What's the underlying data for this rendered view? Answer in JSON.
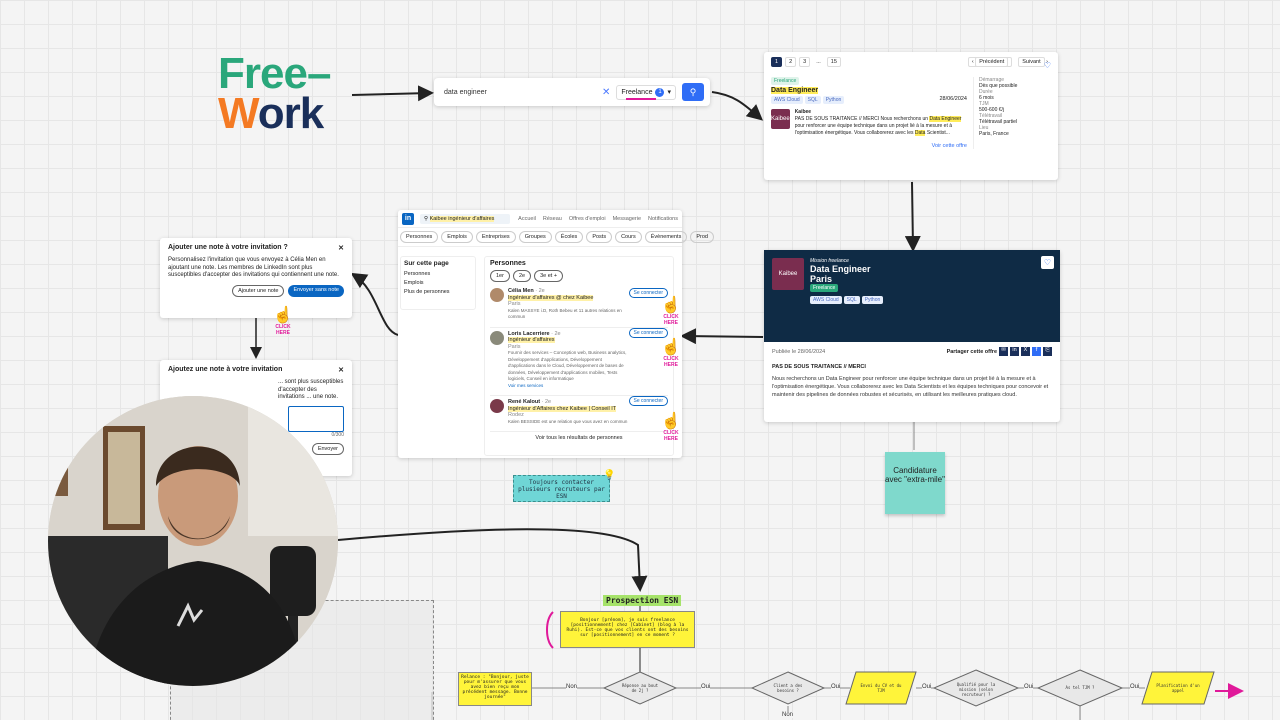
{
  "logo": {
    "part1": "Free",
    "dash": "–",
    "part2": "Work"
  },
  "search": {
    "query": "data engineer",
    "filter_label": "Freelance",
    "filter_count": "1"
  },
  "job_card": {
    "pages": [
      "1",
      "2",
      "3",
      "...",
      "15"
    ],
    "prev": "Précédent",
    "next": "Suivant",
    "badge": "Freelance",
    "title": "Data Engineer",
    "tags": [
      "AWS Cloud",
      "SQL",
      "Python"
    ],
    "date": "28/06/2024",
    "company": "Kaibee",
    "desc_a": "PAS DE SOUS TRAITANCE // MERCI Nous recherchons un",
    "desc_hl": "Data Engineer",
    "desc_b": "pour renforcer une équipe technique dans un projet lié à la mesure et à l'optimisation énergétique. Vous collaborerez avec les",
    "desc_hl2": "Data",
    "desc_c": "Scientist...",
    "see_offer": "Voir cette offre",
    "meta": [
      {
        "k": "Démarrage",
        "v": "Dès que possible"
      },
      {
        "k": "Durée",
        "v": "6 mois"
      },
      {
        "k": "TJM",
        "v": "500-600 €/j"
      },
      {
        "k": "Télétravail",
        "v": "Télétravail partiel"
      },
      {
        "k": "Lieu",
        "v": "Paris, France"
      }
    ]
  },
  "linkedin": {
    "logo": "in",
    "search": "Kaibee ingénieur d'affaires",
    "nav": [
      "Accueil",
      "Réseau",
      "Offres d'emploi",
      "Messagerie",
      "Notifications"
    ],
    "tabs": [
      "Personnes",
      "Emplois",
      "Entreprises",
      "Groupes",
      "Écoles",
      "Posts",
      "Cours",
      "Évènements",
      "Prod"
    ],
    "side_title": "Sur cette page",
    "side_items": [
      "Personnes",
      "Emplois",
      "Plus de personnes"
    ],
    "main_title": "Personnes",
    "filters": [
      "1er",
      "2e",
      "3e et +"
    ],
    "people": [
      {
        "name": "Célia Men",
        "degree": "· 2e",
        "title": "Ingénieur d'affaires @ chez Kaibee",
        "loc": "Paris",
        "note": "Kalen MASSYE i.D, Roth Bebeu et 11 autres relations en commun",
        "btn": "Se connecter"
      },
      {
        "name": "Loris Lacerriere",
        "degree": "· 2e",
        "title": "Ingénieur d'affaires",
        "loc": "Paris",
        "note": "Fournir des services – Conception web, Business analytics, Développement d'applications, Développement d'applications dans le Cloud, Développement de bases de données, Développement d'applications mobiles, Tests logiciels, Conseil en informatique",
        "extra": "Voir mes services",
        "btn": "Se connecter"
      },
      {
        "name": "René Kalout",
        "degree": "· 2e",
        "title": "Ingénieur d'Affaires chez Kaibee | Conseil IT",
        "loc": "Rodez",
        "note": "Kalen BESSIDE est une relation que vous avez en commun",
        "btn": "Se connecter"
      }
    ],
    "see_all": "Voir tous les résultats de personnes"
  },
  "modal1": {
    "title": "Ajouter une note à votre invitation ?",
    "body": "Personnalisez l'invitation que vous envoyez à Célia Men en ajoutant une note. Les membres de LinkedIn sont plus susceptibles d'accepter des invitations qui contiennent une note.",
    "btn_add": "Ajouter une note",
    "btn_send": "Envoyer sans note"
  },
  "modal2": {
    "title": "Ajoutez une note à votre invitation",
    "body": "... sont plus susceptibles d'accepter des invitations ... une note.",
    "counter": "0/300",
    "btn": "Envoyer"
  },
  "click_here": "CLICK HERE",
  "mission": {
    "kicker": "Mission freelance",
    "title": "Data Engineer",
    "city": "Paris",
    "badge": "Freelance",
    "company": "Kaibee",
    "tags": [
      "AWS Cloud",
      "SQL",
      "Python"
    ],
    "published": "Publiée le 28/06/2024",
    "share": "Partager cette offre",
    "heading": "PAS DE SOUS TRAITANCE // MERCI",
    "body": "Nous recherchons un Data Engineer pour renforcer une équipe technique dans un projet lié à la mesure et à l'optimisation énergétique. Vous collaborerez avec les Data Scientists et les équipes techniques pour concevoir et maintenir des pipelines de données robustes et sécurisés, en utilisant les meilleures pratiques cloud."
  },
  "sticky_note": "Candidature avec \"extra-mile\"",
  "tip_note": "Toujours contacter plusieurs recruteurs par ESN",
  "flow": {
    "title": "Prospection ESN",
    "script": "Bonjour [prénom], je suis freelance [positionnement] chez [Cabinet] (blog à la Ruhi). Est-ce que vos clients ont des besoins sur [positionnement] en ce moment ?",
    "relance": "Relance : \"Bonjour, juste pour m'assurer que vous avez bien reçu mon précédent message. Bonne journée\"",
    "q1": "Réponse au bout de 2j ?",
    "q2": "Client a des besoins ?",
    "a1": "Envoi du CV et du TJM",
    "q3": "Qualifié pour la mission (selon recruteur) ?",
    "q4": "As tel TJM ?",
    "a2": "Planification d'un appel",
    "non": "Non",
    "oui": "Oui"
  },
  "colors": {
    "accent": "#0a66c2",
    "freework_green": "#2aa77b",
    "freework_orange": "#f47a23",
    "navy": "#0f2b45",
    "highlight": "#ffec59"
  }
}
